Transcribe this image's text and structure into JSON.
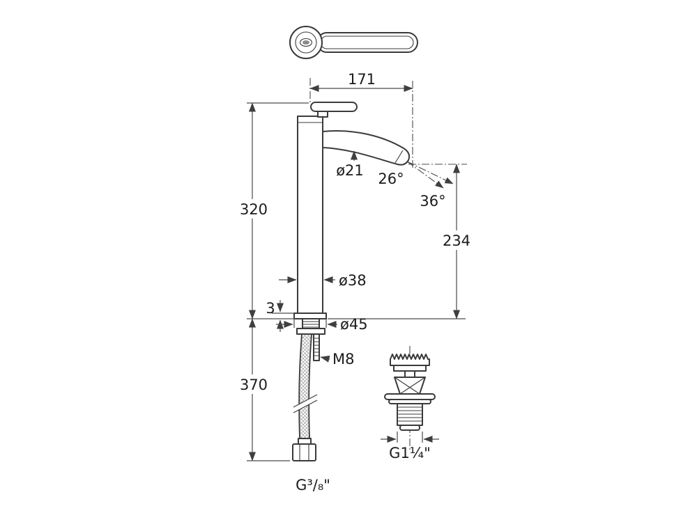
{
  "drawing": {
    "type": "technical-dimension-drawing",
    "subject": "tall single-lever basin mixer with pop-up waste",
    "colors": {
      "background": "#ffffff",
      "line": "#3a3a3a",
      "dimension": "#4a4a4a"
    }
  },
  "labels": {
    "spout_reach_mm": "171",
    "spout_tube_diameter": "ø21",
    "spray_angle_min": "26°",
    "spray_angle_max": "36°",
    "height_body_mm": "320",
    "height_outlet_mm": "234",
    "body_diameter": "ø38",
    "base_trim_height_mm": "3",
    "base_trim_diameter": "ø45",
    "fixing_stud_thread": "M8",
    "hose_length_mm": "370",
    "supply_hose_thread": "G³/₈\"",
    "waste_thread": "G1¼\""
  }
}
